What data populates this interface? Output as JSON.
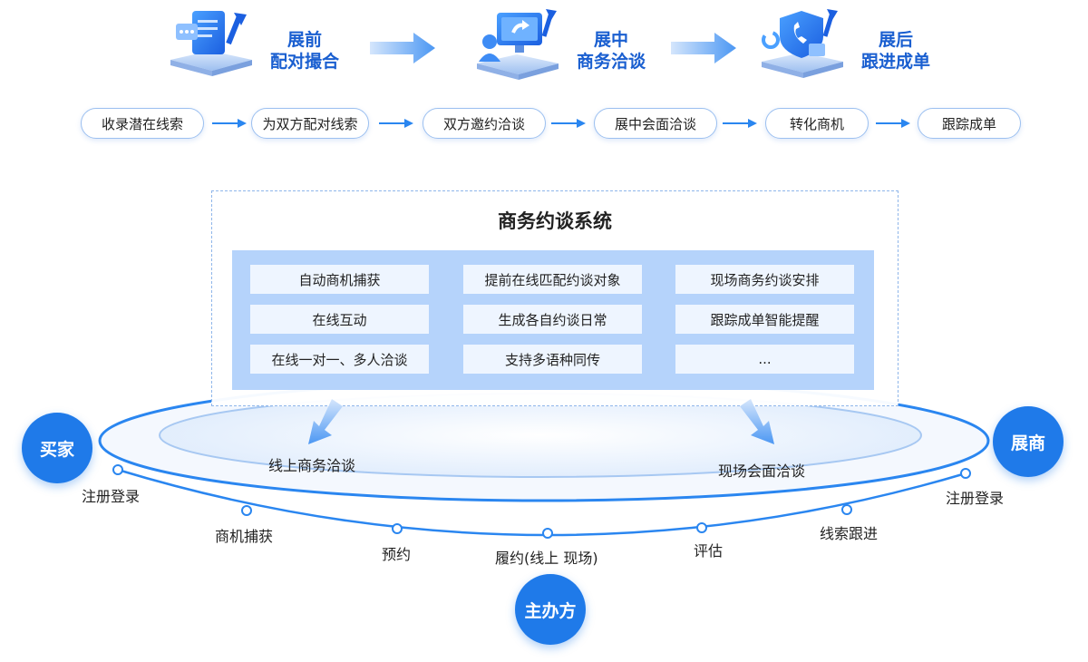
{
  "stages": [
    {
      "line1": "展前",
      "line2": "配对撮合",
      "icon": "clipboard-chat-icon"
    },
    {
      "line1": "展中",
      "line2": "商务洽谈",
      "icon": "monitor-user-icon"
    },
    {
      "line1": "展后",
      "line2": "跟进成单",
      "icon": "shield-phone-icon"
    }
  ],
  "flow": [
    "收录潜在线索",
    "为双方配对线索",
    "双方邀约洽谈",
    "展中会面洽谈",
    "转化商机",
    "跟踪成单"
  ],
  "system": {
    "title": "商务约谈系统",
    "features": [
      [
        "自动商机捕获",
        "在线互动",
        "在线一对一、多人洽谈"
      ],
      [
        "提前在线匹配约谈对象",
        "生成各自约谈日常",
        "支持多语种同传"
      ],
      [
        "现场商务约谈安排",
        "跟踪成单智能提醒",
        "..."
      ]
    ]
  },
  "inner_labels": {
    "left": "线上商务洽谈",
    "right": "现场会面洽谈"
  },
  "roles": {
    "buyer": "买家",
    "exhibitor": "展商",
    "organizer": "主办方"
  },
  "orbit_points": [
    "注册登录",
    "商机捕获",
    "预约",
    "履约(线上  现场)",
    "评估",
    "线索跟进",
    "注册登录"
  ],
  "colors": {
    "primary": "#1f7ae9",
    "title": "#1a5fd0",
    "panel": "#b5d3fb",
    "ring": "#2a86f0"
  }
}
